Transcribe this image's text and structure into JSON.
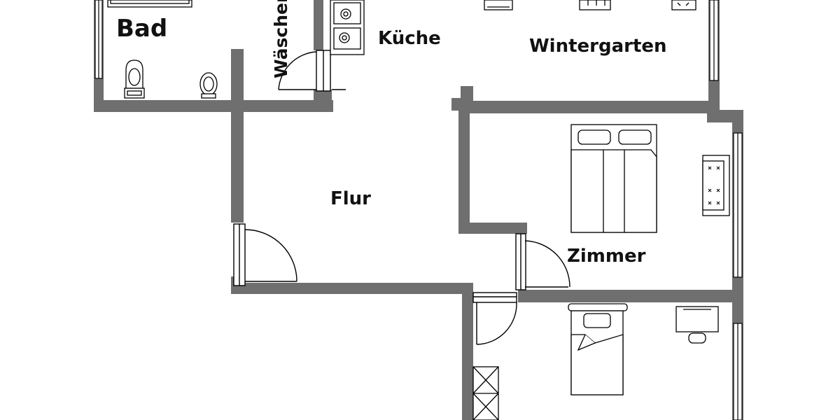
{
  "plan": {
    "rooms": {
      "bad": "Bad",
      "waesche": "Wäscher",
      "kueche": "Küche",
      "wintergarten": "Wintergarten",
      "flur": "Flur",
      "zimmer": "Zimmer"
    }
  },
  "colors": {
    "wall": "#6f6f6f",
    "line": "#000000",
    "background": "#ffffff"
  }
}
